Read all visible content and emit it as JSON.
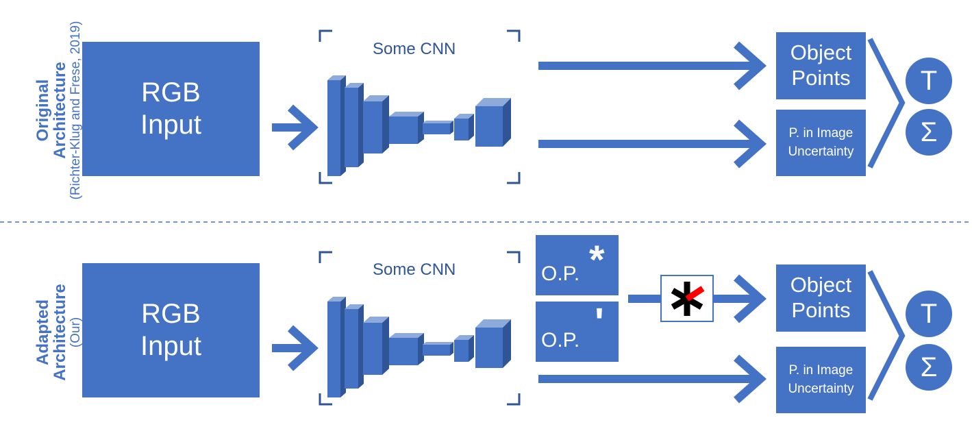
{
  "rows": {
    "original": {
      "label_title": "Original\nArchitecture",
      "label_sub": "(Richter-Klug and Frese, 2019)"
    },
    "adapted": {
      "label_title": "Adapted\nArchitecture",
      "label_sub": "(Our)"
    }
  },
  "input_label": "RGB\nInput",
  "cnn_label": "Some CNN",
  "object_points_label": "Object\nPoints",
  "uncertainty_label": "P. in Image\nUncertainty",
  "op_label": "O.P.",
  "op_star_mark": "*",
  "op_prime_mark": "'",
  "circle_t": "T",
  "circle_sigma": "Σ",
  "colors": {
    "blue": "#4472c4",
    "dark_blue": "#2f5597",
    "red_accent": "#ff0000"
  }
}
